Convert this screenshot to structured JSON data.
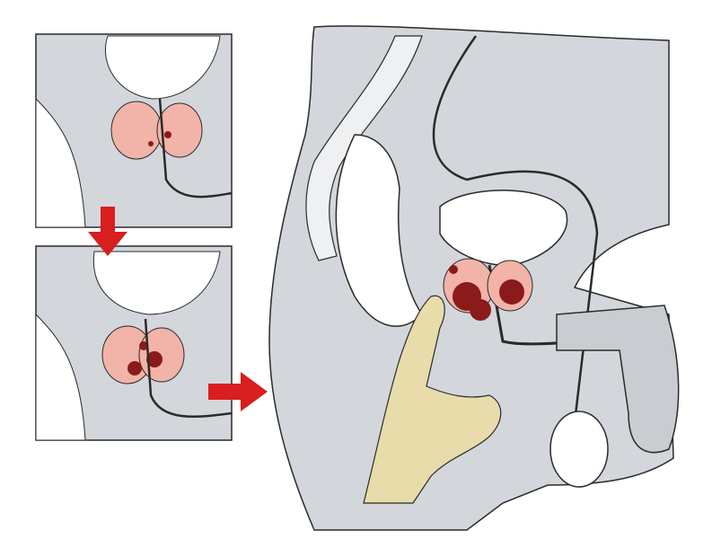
{
  "illustration": {
    "panels": [
      {
        "id": "inset-early",
        "stage": "early"
      },
      {
        "id": "inset-advanced",
        "stage": "advanced"
      },
      {
        "id": "main-view",
        "stage": "examination"
      }
    ],
    "colors": {
      "tissue_gray": "#d3d7dc",
      "background": "#ffffff",
      "outline": "#2a2a2a",
      "prostate_pink": "#f2b3a8",
      "tumor_red": "#8b1a1a",
      "arrow_red": "#d81e1e",
      "finger_beige": "#e8dcaa"
    },
    "icons": [
      "arrow-down-icon",
      "arrow-right-icon"
    ]
  }
}
